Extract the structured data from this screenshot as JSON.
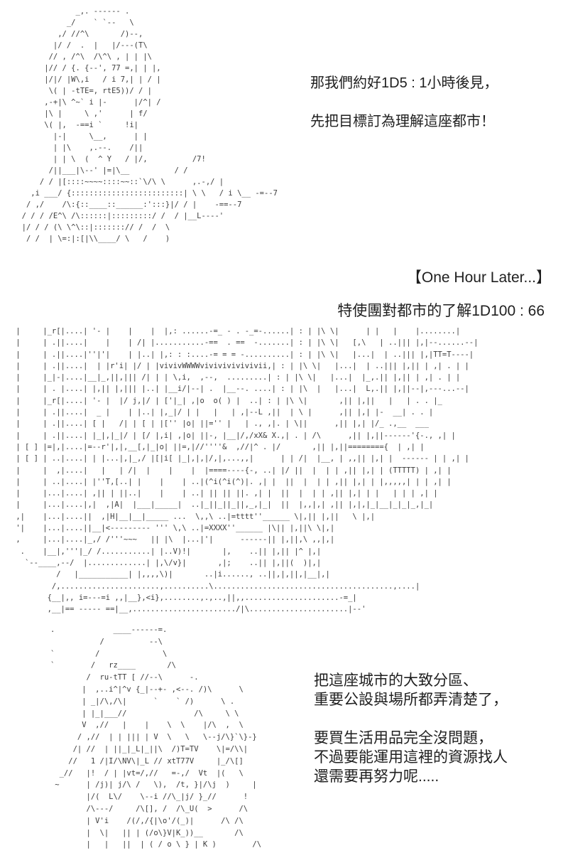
{
  "colors": {
    "background": "#ffffff",
    "text": "#1f1f1f",
    "art": "#3c3c3c"
  },
  "scene1": {
    "dialogue": [
      "那我們約好1D5 : 1小時後見，",
      "",
      "先把目標訂為理解這座都市！"
    ],
    "ascii_art": [
      "              _,. ------ .",
      "            _/    ` `--   \\",
      "          ,/ //^\\       /)--,",
      "         |/ /  .  |   |/---(T\\",
      "        // , /^\\  /\\^\\ , | | |\\",
      "       |// / {. {--', 77 =,| | |,",
      "       |/|/ |W\\,i   / i 7,| | / |",
      "        \\( | -tTE=, rtE5))/ / |",
      "       ,-+|\\ ^~` i |-      |/^| /",
      "       |\\ |     \\ ,'      | f/",
      "       \\( |,  -==i `     !i|",
      "         |-|     \\__,      | |",
      "         | |\\    ,.--.    /||",
      "         | | \\  (  ^ Y   / |/,          /7!",
      "        /||___|\\--' |=|\\__          / /",
      "      / / |[::::~~~~::::~~::`\\/\\ \\      ,.-,/ |",
      "    ,i ___/ {:::::::::::::::::::::::::| \\ \\   / i \\__ -=--7",
      "   / ,/    /\\:{::____::______:':::}|/ / |    -==--7",
      "  / / / /E^\\ /\\::::::|:::::::::/ /  / |__L----'",
      "  |/ / / (\\ \\^\\::|:::::::// /  /  \\",
      "   / /  | \\=:|:[|\\\\____/ \\   /    )"
    ]
  },
  "transition": {
    "heading": "【One Hour Later...】",
    "dice_roll": "特使團對都市的了解1D100 : 66"
  },
  "scene2": {
    "ascii_art": [
      " |     |_r[|....| '- |    |    |  |,: ......-=_ - . -_=-......| : | |\\ \\|      | |   |    |........|",
      " |     | .||....|    |    | /| |...........-==  . ==  -.......| : | |\\ \\|   [,\\   | ..||| |,|--......--|",
      " |     | .||....|''|'|    | |..| |,: : :....-= = = -..........| : | |\\ \\|   |...|  | ..||| |,|TT=T----|",
      " |     | .||....|  | |r'i| |/ | |vivivWWWWvivivivivivivii,| : | |\\ \\|   |...|  | ..||| |,|| | ,| . | |",
      " |     |_|-|....|__|_,||,||| /| | | \\,i,  ,--,  .........| : | |\\ \\|   |...|  |_,.|| |,|| | ,| . | |",
      " |     | . |....| |,|| |,||| |..| |__i/|--| .  |__--. ....| : | |\\  |   |...|  L,.|| |,||--|,---...--|",
      " |     |_r[|....| '- |  |/ j,|/ | ['|_| ,|o  o( ) |  ..| : | |\\ \\|       ,|| |,||   |   | . . |_",
      " |     | .||....|  _ |    | |..| |,_|/ | |   |   | ,|--L ,||  | \\ |      ,|| |,| |-  __| . . |",
      " |     | .||....| [ |   /| | [ | |['' |o| ||='' |   | ., ,|. | \\||      ,|| |,| |/_ .,__  ___",
      " |     | .||....| |_|,|_|/ | [/ |,i| ,|o| ||-, |__|/,/xX& X.,| . | /\\      ,|| |,||------'{-., ,| |",
      " | [ ] |=|,|....|=--r'|,|,__[,|_|o| ||=,|//''''&  ,//|^ . |/       ,|| |,||========{  | ,| |",
      " | [ ] | ..|....| | |...|,|_,/ |[|i[ |_|,|,|/,|,...,,|      | | /|  |__, | ,,|| |,| |  ------ | | ,| |",
      " |     |  ,|....|   |   | /|  |    |    |  |====----{-, ..| |/ ||  |  | | ,|| |,| | (TTTTT) | ,| |",
      " |     | ..|....| |''T,[..| |    |    | ..|(^i(^i(^)|. ,| |  ||  |  | | ,|| |,| | |,,,,,| | | ,| |",
      " |     |...|....| ,|| | ||..|    |    | ..| || || ||. ,| |  ||  |  | | ,|| |,| | |   | | | ,| |",
      " |     |...|....|,|  ,|A|  |___|_____|  ..|_||_||_||,_,|_|  ||  |,,|,| ,|| |,|,|_|__|_|_|_,|_|",
      " ,|    |...|....||  ,|H|__|__|_____ ...  \\,,\\ ..|=tttt''______ \\|,|| |,||   \\ |,|",
      " '|    |...|....||__|<--------- ''' \\,\\ ..|=XXXX''______ |\\|| |,||\\ \\|,|",
      " ,     |...|....|_,/ /'''~~~   || |\\  |...|'|      ------|| |,||,\\ ,,|,|",
      "  .    |__|,'''|_/ /...........| |..V)!|       |,    ..|| |,|| |^ |,|",
      "   `--____,--/  |.............| |,\\/v}|       ,|;    ..|| |,||(  )|,|",
      "          /   |___________| |,,,,\\)|       ..|i......, ..||,|,||,|__|,|",
      "         /,......................,..........\\........................................,....|",
      "        {__|,, i=---=i ,,|__},<i},........,.,..,||,,.....................-=_|",
      "        ,__|== ----- ==|__,......................./|\\......................|--'"
    ]
  },
  "scene3": {
    "dialogue": [
      "把這座城市的大致分區、",
      "重要公設與場所都弄清楚了，",
      "",
      "要買生活用品完全沒問題，",
      "不過要能運用這裡的資源找人",
      "還需要再努力呢....."
    ],
    "ascii_art": [
      "   .             ____------=.",
      "              /          --\\",
      "   `         /              \\",
      "   `        /   rz____       /\\",
      "           /  ru-tTT [ //--\\      -.",
      "          |  ,..i^|^v {_|--+- ,<--. /)\\      \\",
      "          | _|/\\,/\\|      `    ` /)      \\ .",
      "          | |_|___//               /\\     \\ \\",
      "          V  ,//   |    |    \\  \\    |/\\  ,  \\",
      "         / ,//  | | ||| | V  \\   \\   \\--j/\\}`\\}-}",
      "        /| //  | ||_|_L|_||\\  /)T=TV    \\|=/\\\\|",
      "       //   1 /|I/\\NV\\|_L // xtT77V     |_/\\[]",
      "     _//   |!  / | |vt=/,//   =-,/  Vt  |(   \\",
      "    ~      | /j)| j/\\ /   \\),  /t, }|/\\j  )     |",
      "           |/(  L\\/    \\--i //\\_|j/ }_//      !",
      "           /\\---/     /\\[], /  /\\_U(  >      /\\",
      "           | V'i    /(/,/{|\\o'/(_)|      /\\ /\\",
      "           |  \\|   || | (/o\\}V|K_))__       /\\",
      "           |   |   ||  | ( / o \\ } | K )        /\\"
    ]
  }
}
